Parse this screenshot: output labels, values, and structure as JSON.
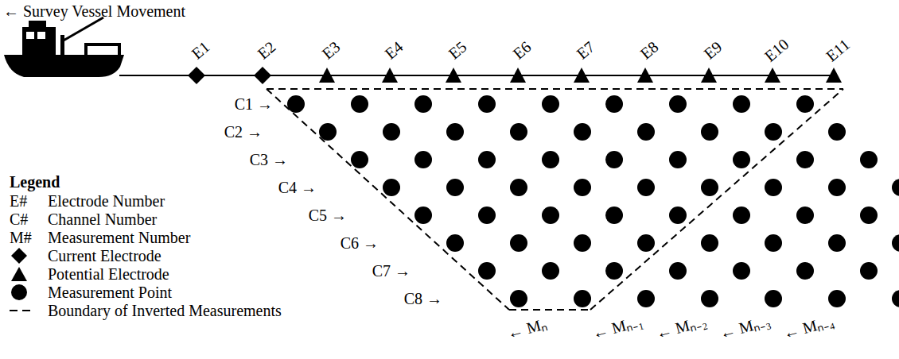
{
  "diagram": {
    "labels": [
      "← Survey Vessel Movement",
      "E1",
      "E2",
      "E3",
      "E4",
      "E5",
      "E6",
      "E7",
      "E8",
      "E9",
      "E10",
      "E11",
      "C1 →",
      "C2 →",
      "C3 →",
      "C4 →",
      "C5 →",
      "C6 →",
      "C7 →",
      "C8 →",
      "Legend",
      "E#",
      "C#",
      "M#",
      "← Mₙ",
      "← Mₙ₋₁",
      "← Mₙ₋₂",
      "← Mₙ₋₃",
      "← Mₙ₋₄"
    ],
    "legend": [
      {
        "text": "Electrode Number"
      },
      {
        "text": "Channel Number"
      },
      {
        "text": "Measurement Number"
      },
      {
        "text": "Current Electrode"
      },
      {
        "text": "Potential Electrode"
      },
      {
        "text": "Measurement Point"
      },
      {
        "text": "Boundary of Inverted Measurements"
      }
    ]
  }
}
